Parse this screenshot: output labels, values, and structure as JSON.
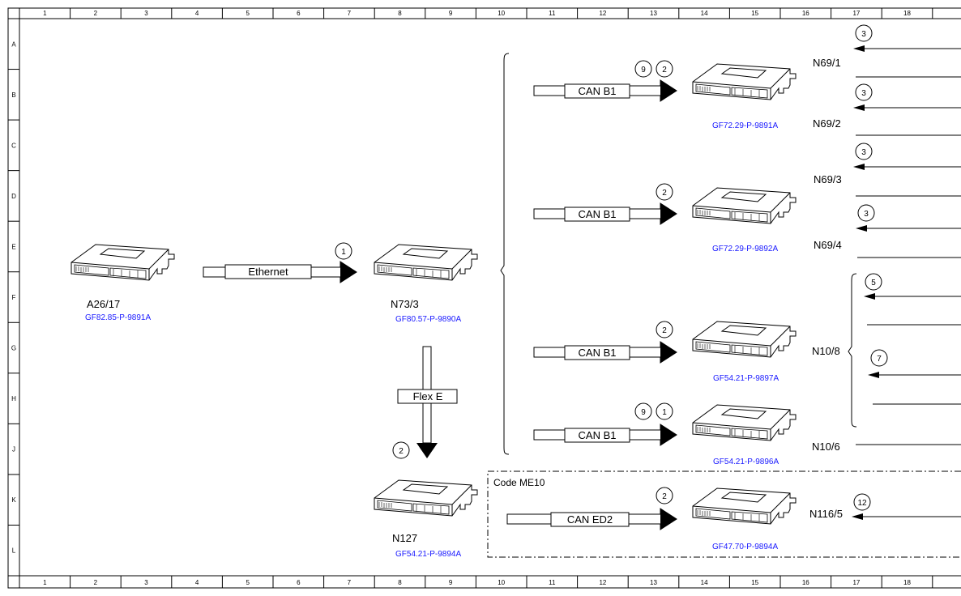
{
  "grid": {
    "columns": [
      "1",
      "2",
      "3",
      "4",
      "5",
      "6",
      "7",
      "8",
      "9",
      "10",
      "11",
      "12",
      "13",
      "14",
      "15",
      "16",
      "17",
      "18"
    ],
    "rows": [
      "A",
      "B",
      "C",
      "D",
      "E",
      "F",
      "G",
      "H",
      "J",
      "K",
      "L"
    ]
  },
  "modules": [
    {
      "name": "A26/17",
      "ref": "GF82.85-P-9891A"
    },
    {
      "name": "N73/3",
      "ref": "GF80.57-P-9890A"
    },
    {
      "name": "N127",
      "ref": "GF54.21-P-9894A"
    },
    {
      "name": "",
      "ref": "GF72.29-P-9891A"
    },
    {
      "name": "",
      "ref": "GF72.29-P-9892A"
    },
    {
      "name": "",
      "ref": "GF54.21-P-9897A"
    },
    {
      "name": "",
      "ref": "GF54.21-P-9896A"
    },
    {
      "name": "",
      "ref": "GF47.70-P-9894A"
    }
  ],
  "buses": [
    {
      "label": "Ethernet",
      "markers": [
        "1"
      ]
    },
    {
      "label": "Flex E",
      "markers": [
        "2"
      ]
    },
    {
      "label": "CAN B1",
      "markers": [
        "9",
        "2"
      ]
    },
    {
      "label": "CAN B1",
      "markers": [
        "2"
      ]
    },
    {
      "label": "CAN B1",
      "markers": [
        "2"
      ]
    },
    {
      "label": "CAN B1",
      "markers": [
        "9",
        "1"
      ]
    },
    {
      "label": "CAN ED2",
      "markers": [
        "2"
      ]
    }
  ],
  "connectors": [
    {
      "label": "N69/1",
      "marker": "3"
    },
    {
      "label": "N69/2",
      "marker": "3"
    },
    {
      "label": "N69/3",
      "marker": "3"
    },
    {
      "label": "N69/4",
      "marker": "3"
    },
    {
      "label": "N10/8",
      "markers": [
        "5",
        "7"
      ]
    },
    {
      "label": "N10/6"
    },
    {
      "label": "N116/5",
      "marker": "12"
    }
  ],
  "code_box": {
    "label": "Code ME10"
  }
}
